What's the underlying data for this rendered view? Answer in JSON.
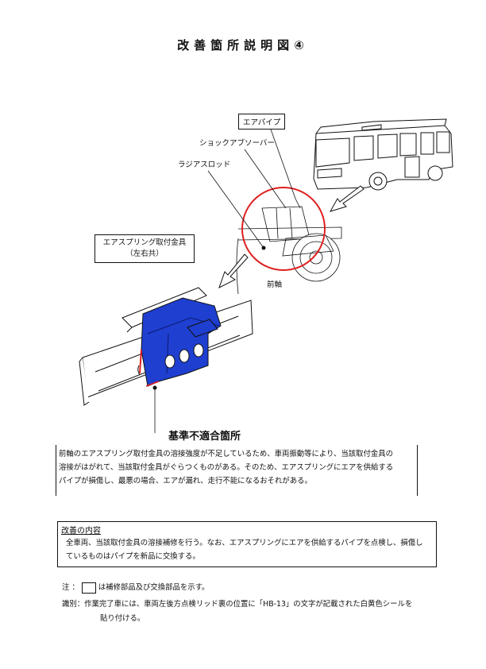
{
  "page": {
    "title": "改善箇所説明図④"
  },
  "illustration": {
    "labels": {
      "air_pipe": "エアパイプ",
      "shock_absorber": "ショックアブソーバー",
      "radius_rod": "ラジアスロッド",
      "front_axle": "前軸",
      "air_spring_bracket_line1": "エアスプリング取付金具",
      "air_spring_bracket_line2": "（左右共）",
      "non_conforming": "基準不適合箇所"
    },
    "colors": {
      "highlight_circle": "#e02020",
      "part_fill": "#1f3fd0",
      "line": "#111111"
    }
  },
  "description": {
    "text": "前軸のエアスプリング取付金具の溶接強度が不足しているため、車両振動等により、当該取付金具の溶接がはがれて、当該取付金具がぐらつくものがある。そのため、エアスプリングにエアを供給するパイプが損傷し、最悪の場合、エアが漏れ、走行不能になるおそれがある。"
  },
  "improvement": {
    "heading": "改善の内容",
    "text": "全車両、当該取付金具の溶接補修を行う。なお、エアスプリングにエアを供給するパイプを点検し、損傷しているものはパイプを新品に交換する。"
  },
  "notes": {
    "note_prefix": "注 ：",
    "note_text": "は補修部品及び交換部品を示す。",
    "id_prefix": "識別：",
    "id_text": "作業完了車には、車両左後方点検リッド裏の位置に「HB-13」の文字が記載された白黄色シールを",
    "id_text2": "貼り付ける。"
  }
}
